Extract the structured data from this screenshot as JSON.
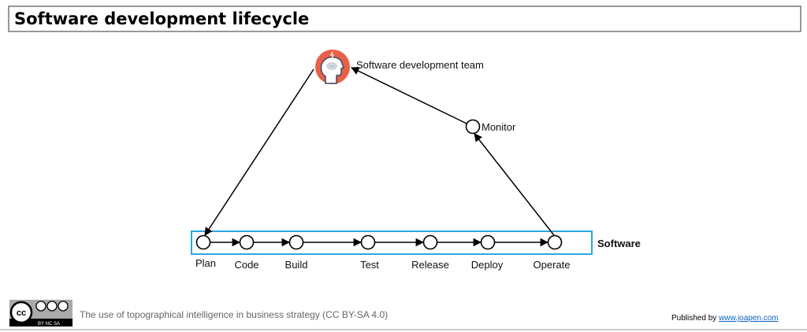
{
  "title": "Software development lifecycle",
  "team": {
    "label": "Software development team"
  },
  "monitor": {
    "label": "Monitor"
  },
  "software": {
    "label": "Software"
  },
  "stages": [
    "Plan",
    "Code",
    "Build",
    "Test",
    "Release",
    "Deploy",
    "Operate"
  ],
  "footer": {
    "license_logo": "CC BY NC SA",
    "caption": "The use of topographical intelligence in business strategy (CC BY-SA 4.0)",
    "published_prefix": "Published by ",
    "published_link": "www.joapen.com"
  },
  "colors": {
    "software_box": "#2aa7e0",
    "team_icon": "#e9604a",
    "link": "#0563c1"
  }
}
